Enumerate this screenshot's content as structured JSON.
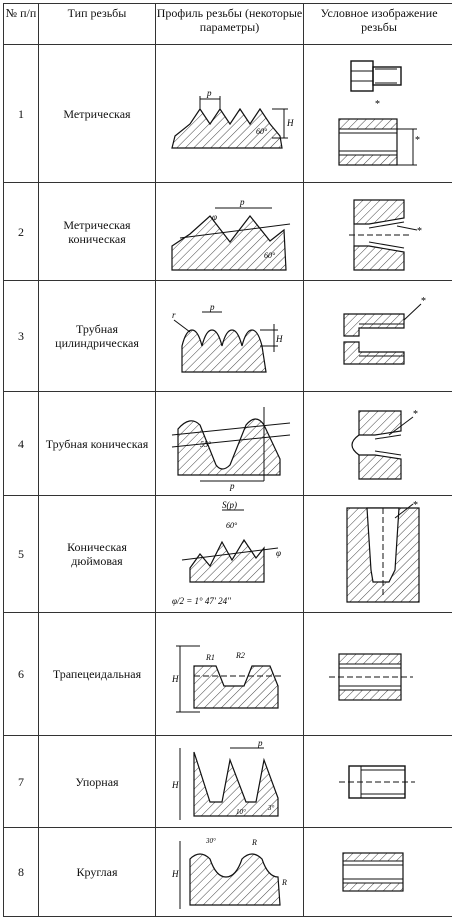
{
  "headers": {
    "num": "№ п/п",
    "type": "Тип резьбы",
    "profile": "Профиль резьбы (некоторые параметры)",
    "image": "Условное изображение резьбы"
  },
  "rows": [
    {
      "num": "1",
      "type": "Метрическая"
    },
    {
      "num": "2",
      "type": "Метрическая коническая"
    },
    {
      "num": "3",
      "type": "Трубная цилиндрическая"
    },
    {
      "num": "4",
      "type": "Трубная коническая"
    },
    {
      "num": "5",
      "type": "Коническая дюймовая"
    },
    {
      "num": "6",
      "type": "Трапецеидальная"
    },
    {
      "num": "7",
      "type": "Упорная"
    },
    {
      "num": "8",
      "type": "Круглая"
    }
  ],
  "figure_labels": {
    "p": "p",
    "angle60": "60°",
    "h": "H",
    "r": "r",
    "star": "*",
    "angle55": "55°",
    "sp": "S(p)",
    "phi_formula": "φ/2 = 1° 47' 24''",
    "phi": "φ",
    "r1": "R1",
    "r2": "R2",
    "r_cap": "R",
    "angle30": "30°",
    "angle10": "10°",
    "angle3": "3°"
  }
}
